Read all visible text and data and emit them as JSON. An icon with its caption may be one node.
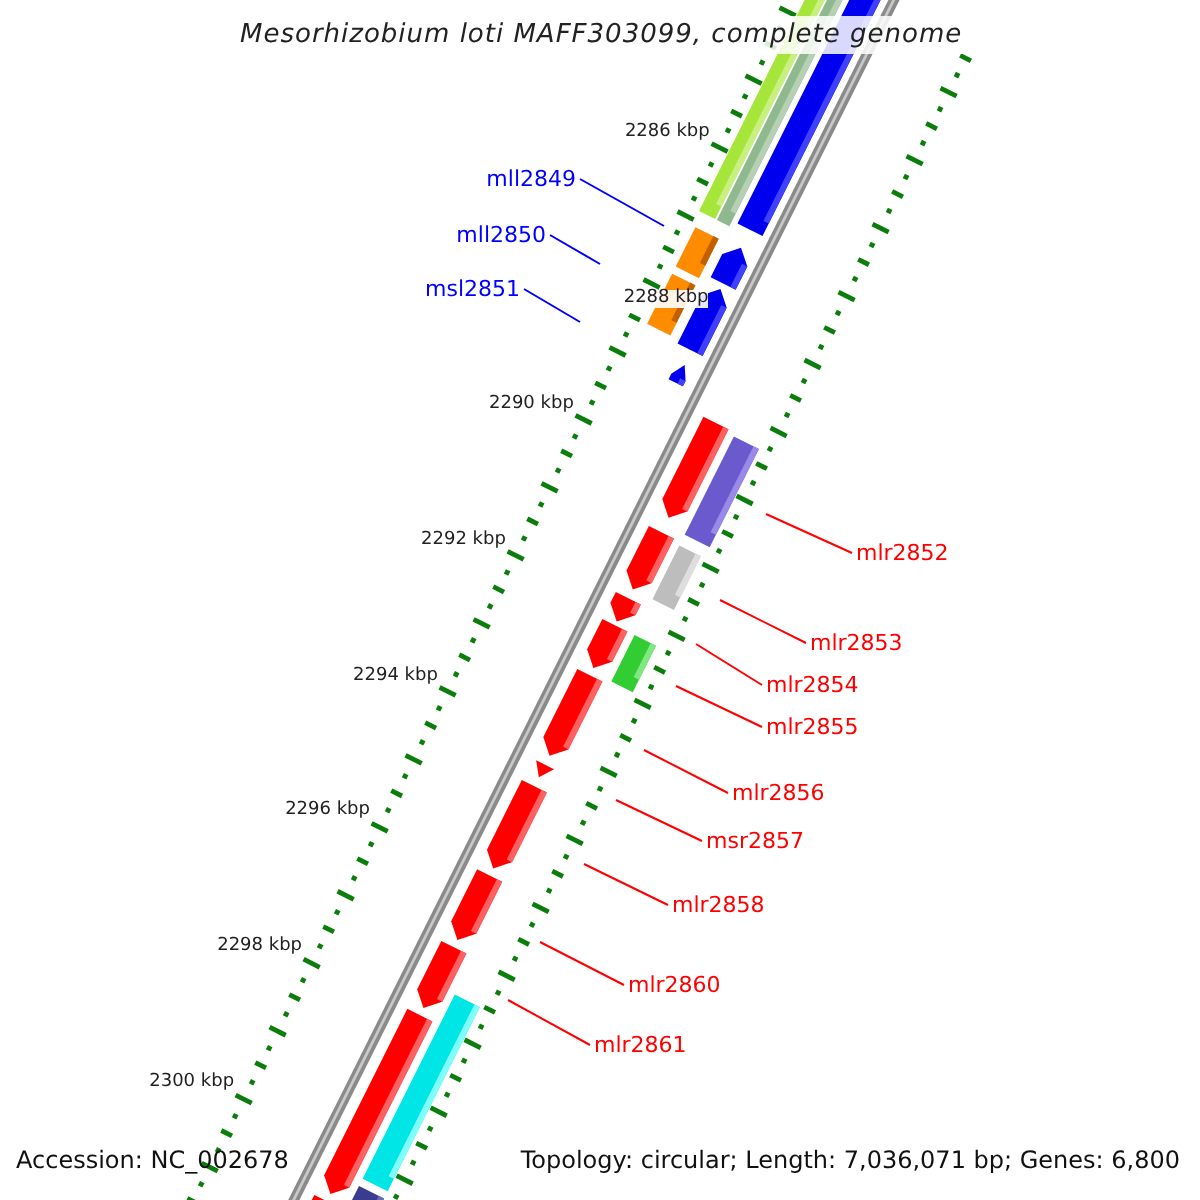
{
  "diagram": {
    "title": "Mesorhizobium loti MAFF303099, complete genome",
    "nodes": [
      {
        "text": [
          "mll2849"
        ]
      },
      {
        "text": [
          "mll2850"
        ]
      },
      {
        "text": [
          "msl2851"
        ]
      },
      {
        "text": [
          "mlr2852"
        ]
      },
      {
        "text": [
          "mlr2853"
        ]
      },
      {
        "text": [
          "mlr2854"
        ]
      },
      {
        "text": [
          "mlr2855"
        ]
      },
      {
        "text": [
          "mlr2856"
        ]
      },
      {
        "text": [
          "msr2857"
        ]
      },
      {
        "text": [
          "mlr2858"
        ]
      },
      {
        "text": [
          "mlr2860"
        ]
      },
      {
        "text": [
          "mlr2861"
        ]
      }
    ],
    "edges": [
      {
        "from": 0,
        "to": null,
        "arrow": "none",
        "color": "#0000ff"
      },
      {
        "from": 1,
        "to": null,
        "arrow": "none",
        "color": "#0000ff"
      },
      {
        "from": 2,
        "to": null,
        "arrow": "none",
        "color": "#0000ff"
      },
      {
        "from": 3,
        "to": null,
        "arrow": "none"
      },
      {
        "from": 4,
        "to": null,
        "arrow": "none"
      },
      {
        "from": 5,
        "to": null,
        "arrow": "none"
      },
      {
        "from": 6,
        "to": null,
        "arrow": "none"
      },
      {
        "from": 7,
        "to": null,
        "arrow": "none"
      },
      {
        "from": 8,
        "to": null,
        "arrow": "none"
      },
      {
        "from": 9,
        "to": null,
        "arrow": "none"
      },
      {
        "from": 10,
        "to": null,
        "arrow": "none"
      },
      {
        "from": 11,
        "to": null,
        "arrow": "none"
      }
    ],
    "labels": [
      "2286 kbp",
      "2288 kbp",
      "2290 kbp",
      "2292 kbp",
      "2294 kbp",
      "2296 kbp",
      "2298 kbp",
      "2300 kbp",
      "Accession: NC_002678",
      "Topology: circular; Length: 7,036,071 bp; Genes: 6,800"
    ]
  }
}
